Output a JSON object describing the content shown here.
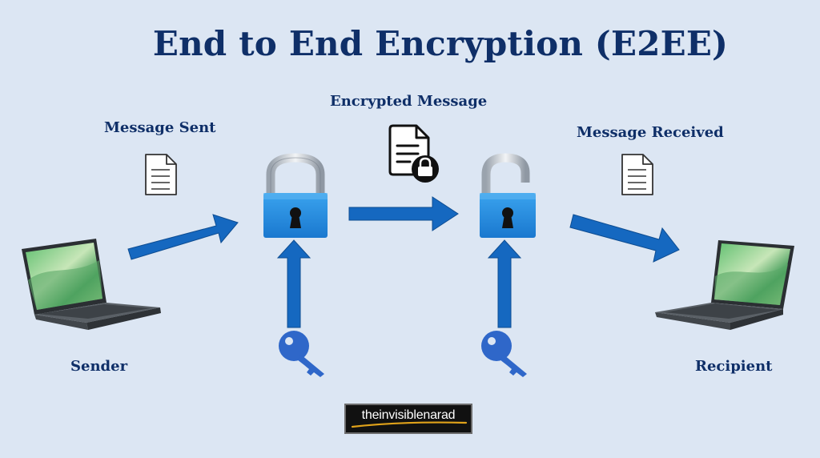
{
  "title": "End to End Encryption (E2EE)",
  "labels": {
    "message_sent": "Message Sent",
    "encrypted_message": "Encrypted Message",
    "message_received": "Message Received",
    "sender": "Sender",
    "recipient": "Recipient"
  },
  "logo": {
    "text": "theinvisiblenarad"
  },
  "colors": {
    "background": "#dce6f3",
    "title": "#0f2f68",
    "arrow": "#1568c0",
    "lock_body": "#1e86d9",
    "key": "#2f67c9"
  },
  "icons": {
    "document": "document-icon",
    "encrypted_document": "encrypted-document-icon",
    "lock": "padlock-icon",
    "key": "key-icon",
    "laptop": "laptop-icon"
  }
}
